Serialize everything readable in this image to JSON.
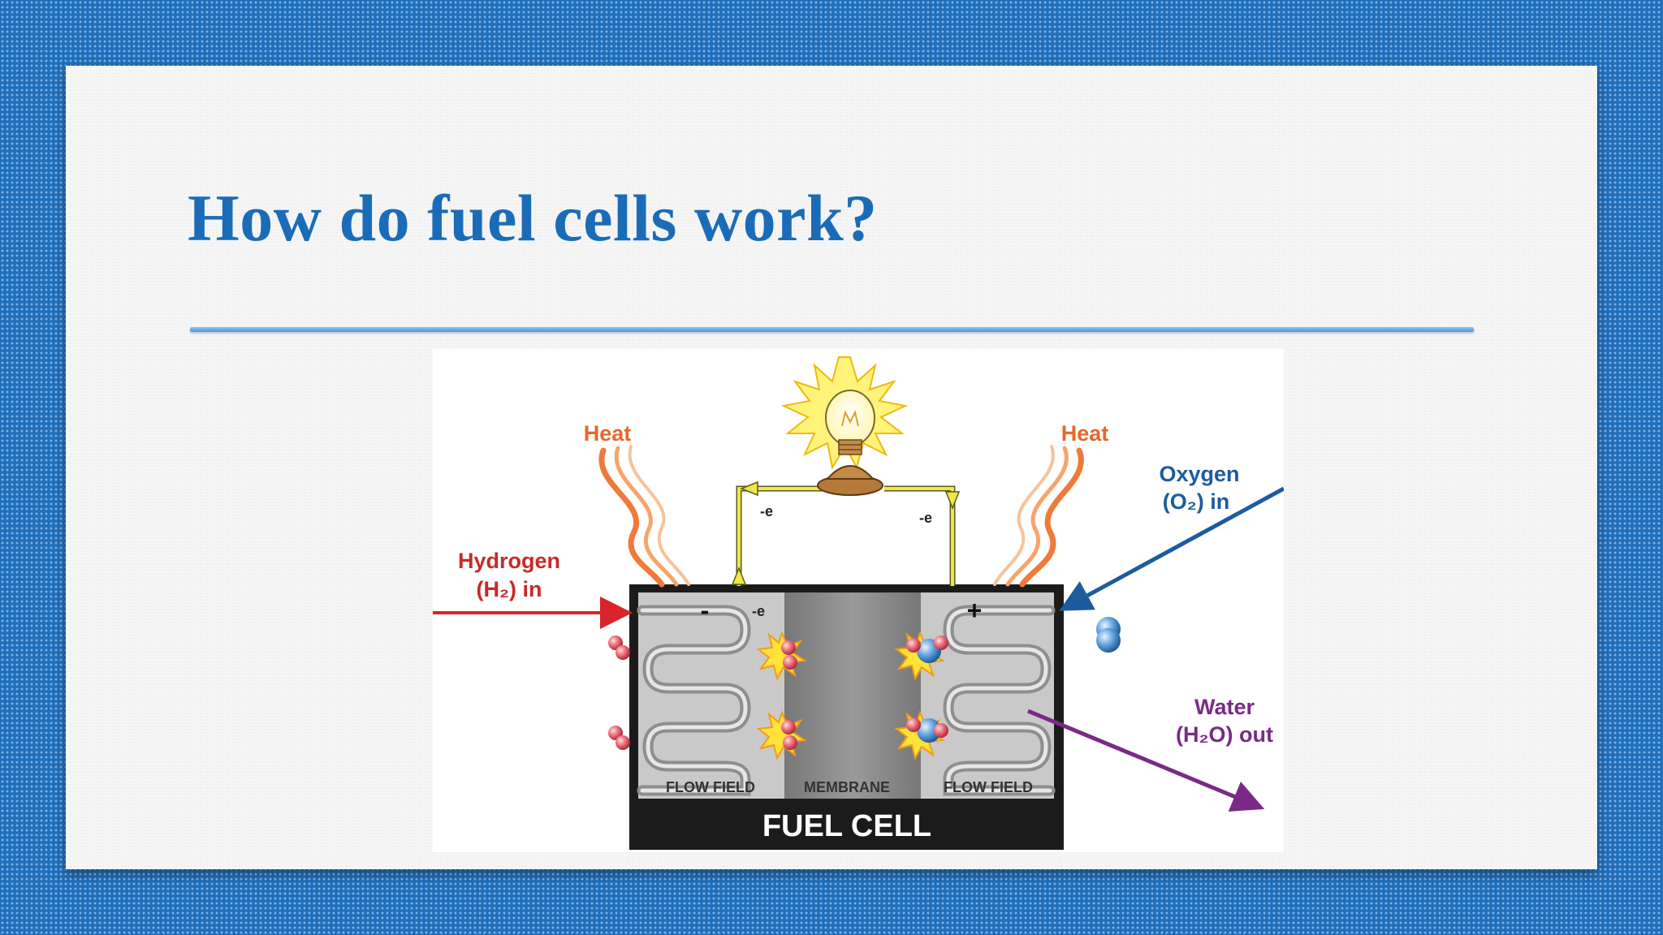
{
  "slide": {
    "title": "How do fuel cells work?"
  },
  "diagram": {
    "heat_left": "Heat",
    "heat_right": "Heat",
    "hydrogen_line1": "Hydrogen",
    "hydrogen_line2": "(H₂) in",
    "oxygen_line1": "Oxygen",
    "oxygen_line2": "(O₂) in",
    "water_line1": "Water",
    "water_line2": "(H₂O) out",
    "electron_left": "-e",
    "electron_right": "-e",
    "electron_inner": "-e",
    "anode_sign": "-",
    "cathode_sign": "+",
    "flow_field_left": "FLOW FIELD",
    "membrane": "MEMBRANE",
    "flow_field_right": "FLOW FIELD",
    "cell_label": "FUEL CELL"
  },
  "colors": {
    "title": "#1a6cb8",
    "background": "#1f6fbd",
    "hydrogen_arrow": "#d8242a",
    "oxygen_arrow": "#1c5c9e",
    "water_arrow": "#7a2a86",
    "heat": "#e8672b",
    "wire": "#f2e64a"
  }
}
